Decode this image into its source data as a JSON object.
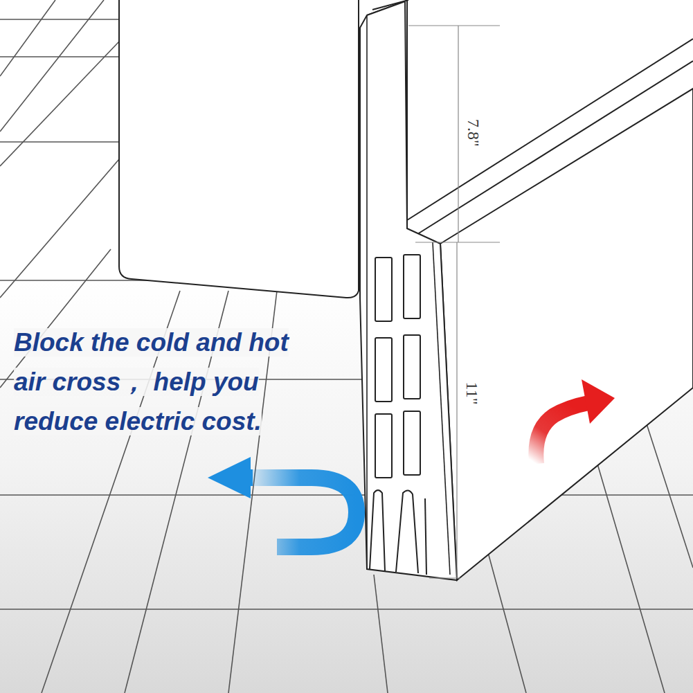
{
  "diagram": {
    "labels": [
      "Block the cold and hot air cross， help you reduce electric cost.",
      "7.8\"",
      "11\""
    ]
  }
}
